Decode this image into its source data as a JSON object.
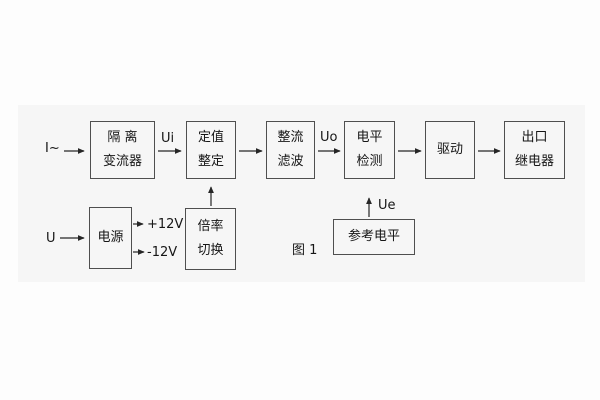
{
  "page": {
    "background": "#fdfdfd",
    "area_background": "#f6f6f6",
    "line_color": "#262626"
  },
  "diagram": {
    "caption": "图 1",
    "blocks": {
      "isolation": {
        "line1": "隔 离",
        "line2": "变流器"
      },
      "value_setting": {
        "line1": "定值",
        "line2": "整定"
      },
      "rectifier": {
        "line1": "整流",
        "line2": "滤波"
      },
      "level_detection": {
        "line1": "电平",
        "line2": "检测"
      },
      "drive": {
        "line1": "驱动"
      },
      "output_relay": {
        "line1": "出口",
        "line2": "继电器"
      },
      "power_supply": {
        "line1": "电源"
      },
      "ratio_switch": {
        "line1": "倍率",
        "line2": "切换"
      },
      "reference_level": {
        "line1": "参考电平"
      }
    },
    "signals": {
      "input_current": "I~",
      "input_voltage": "U",
      "ui": "Ui",
      "uo": "Uo",
      "ue": "Ue",
      "plus_12v": "+12V",
      "minus_12v": "-12V"
    }
  }
}
